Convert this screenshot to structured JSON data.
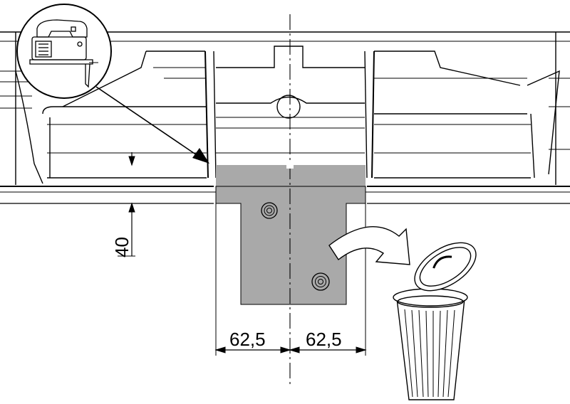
{
  "dimensions": {
    "height_label": "40",
    "left_width_label": "62,5",
    "right_width_label": "62,5"
  },
  "icons": {
    "tool_inset": "jigsaw-icon",
    "disposal": "trash-can-icon",
    "action_arrow": "curved-arrow-icon"
  },
  "colors": {
    "cut_section_fill": "#a9a9a9",
    "line": "#000000",
    "background": "#ffffff"
  }
}
